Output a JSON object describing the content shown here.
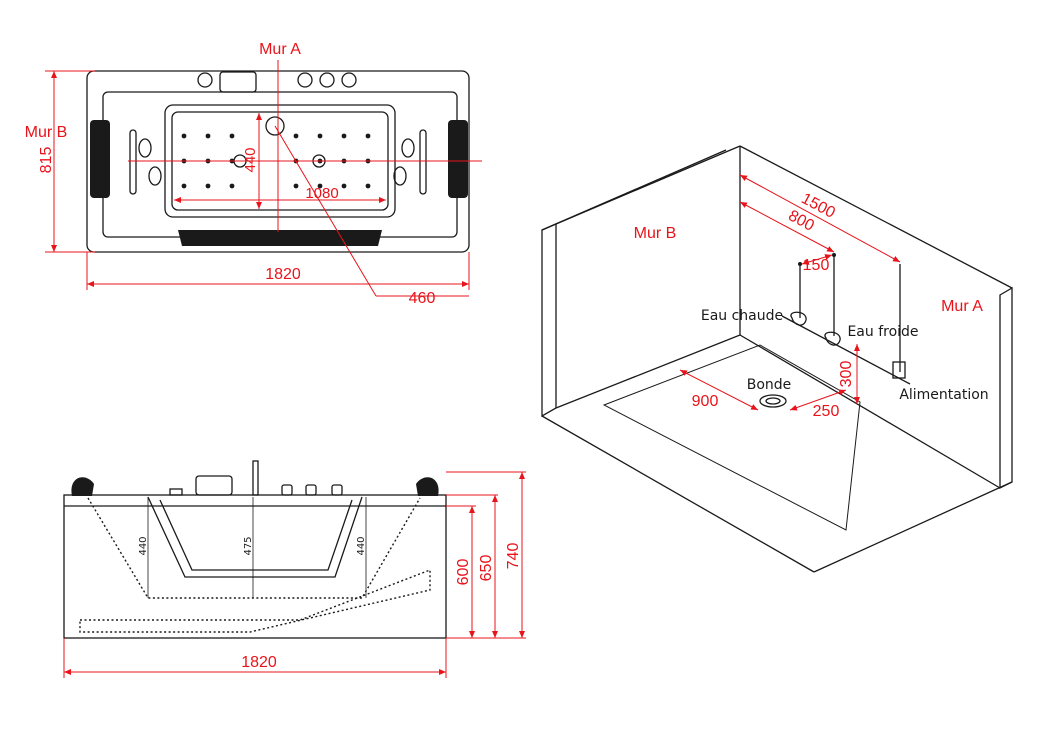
{
  "colors": {
    "dimension": "#e8141b",
    "line": "#1a1a1a",
    "background": "#ffffff"
  },
  "top_view": {
    "mur_a": "Mur A",
    "mur_b": "Mur B",
    "width": "1820",
    "depth": "815",
    "inner_length": "1080",
    "inner_width": "440",
    "diagonal": "460"
  },
  "side_view": {
    "width": "1820",
    "depth_left": "440",
    "depth_center": "475",
    "depth_right": "440",
    "height_1": "600",
    "height_2": "650",
    "height_3": "740"
  },
  "room_view": {
    "mur_a": "Mur A",
    "mur_b": "Mur B",
    "dim_1500": "1500",
    "dim_800": "800",
    "dim_150": "150",
    "dim_300": "300",
    "dim_900": "900",
    "dim_250": "250",
    "hot_water": "Eau chaude",
    "cold_water": "Eau froide",
    "drain": "Bonde",
    "power": "Alimentation"
  }
}
